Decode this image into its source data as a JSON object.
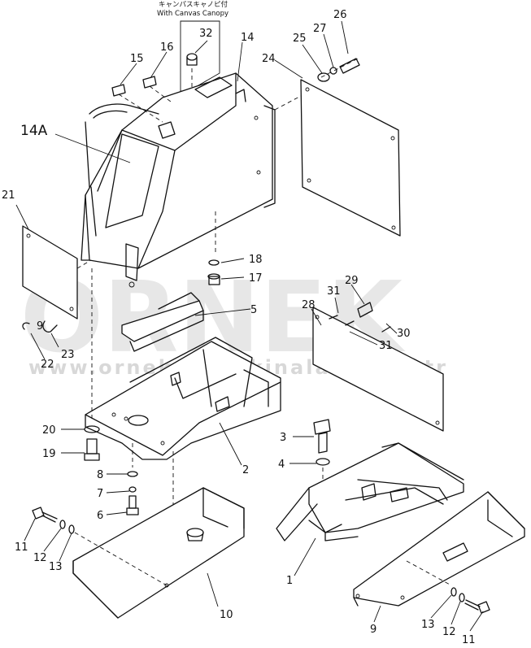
{
  "canopy_note": {
    "line1": "キャンパスキャノピ付",
    "line2": "With Canvas Canopy"
  },
  "watermark": {
    "logo": "ÖRNEK",
    "url": "www.orneksismakinalari.com.tr"
  },
  "callouts": {
    "c32": "32",
    "c16": "16",
    "c15": "15",
    "c14": "14",
    "c14a": "14A",
    "c26": "26",
    "c27": "27",
    "c25": "25",
    "c24": "24",
    "c21": "21",
    "c18": "18",
    "c17": "17",
    "c29": "29",
    "c31a": "31",
    "c28": "28",
    "c5": "5",
    "c30": "30",
    "c31b": "31",
    "c9l": "9",
    "c23": "23",
    "c22": "22",
    "c20": "20",
    "c19": "19",
    "c3": "3",
    "c4": "4",
    "c2": "2",
    "c8": "8",
    "c7": "7",
    "c6": "6",
    "c11l": "11",
    "c12l": "12",
    "c13l": "13",
    "c1": "1",
    "c10": "10",
    "c13r": "13",
    "c12r": "12",
    "c11r": "11",
    "c9r": "9"
  }
}
